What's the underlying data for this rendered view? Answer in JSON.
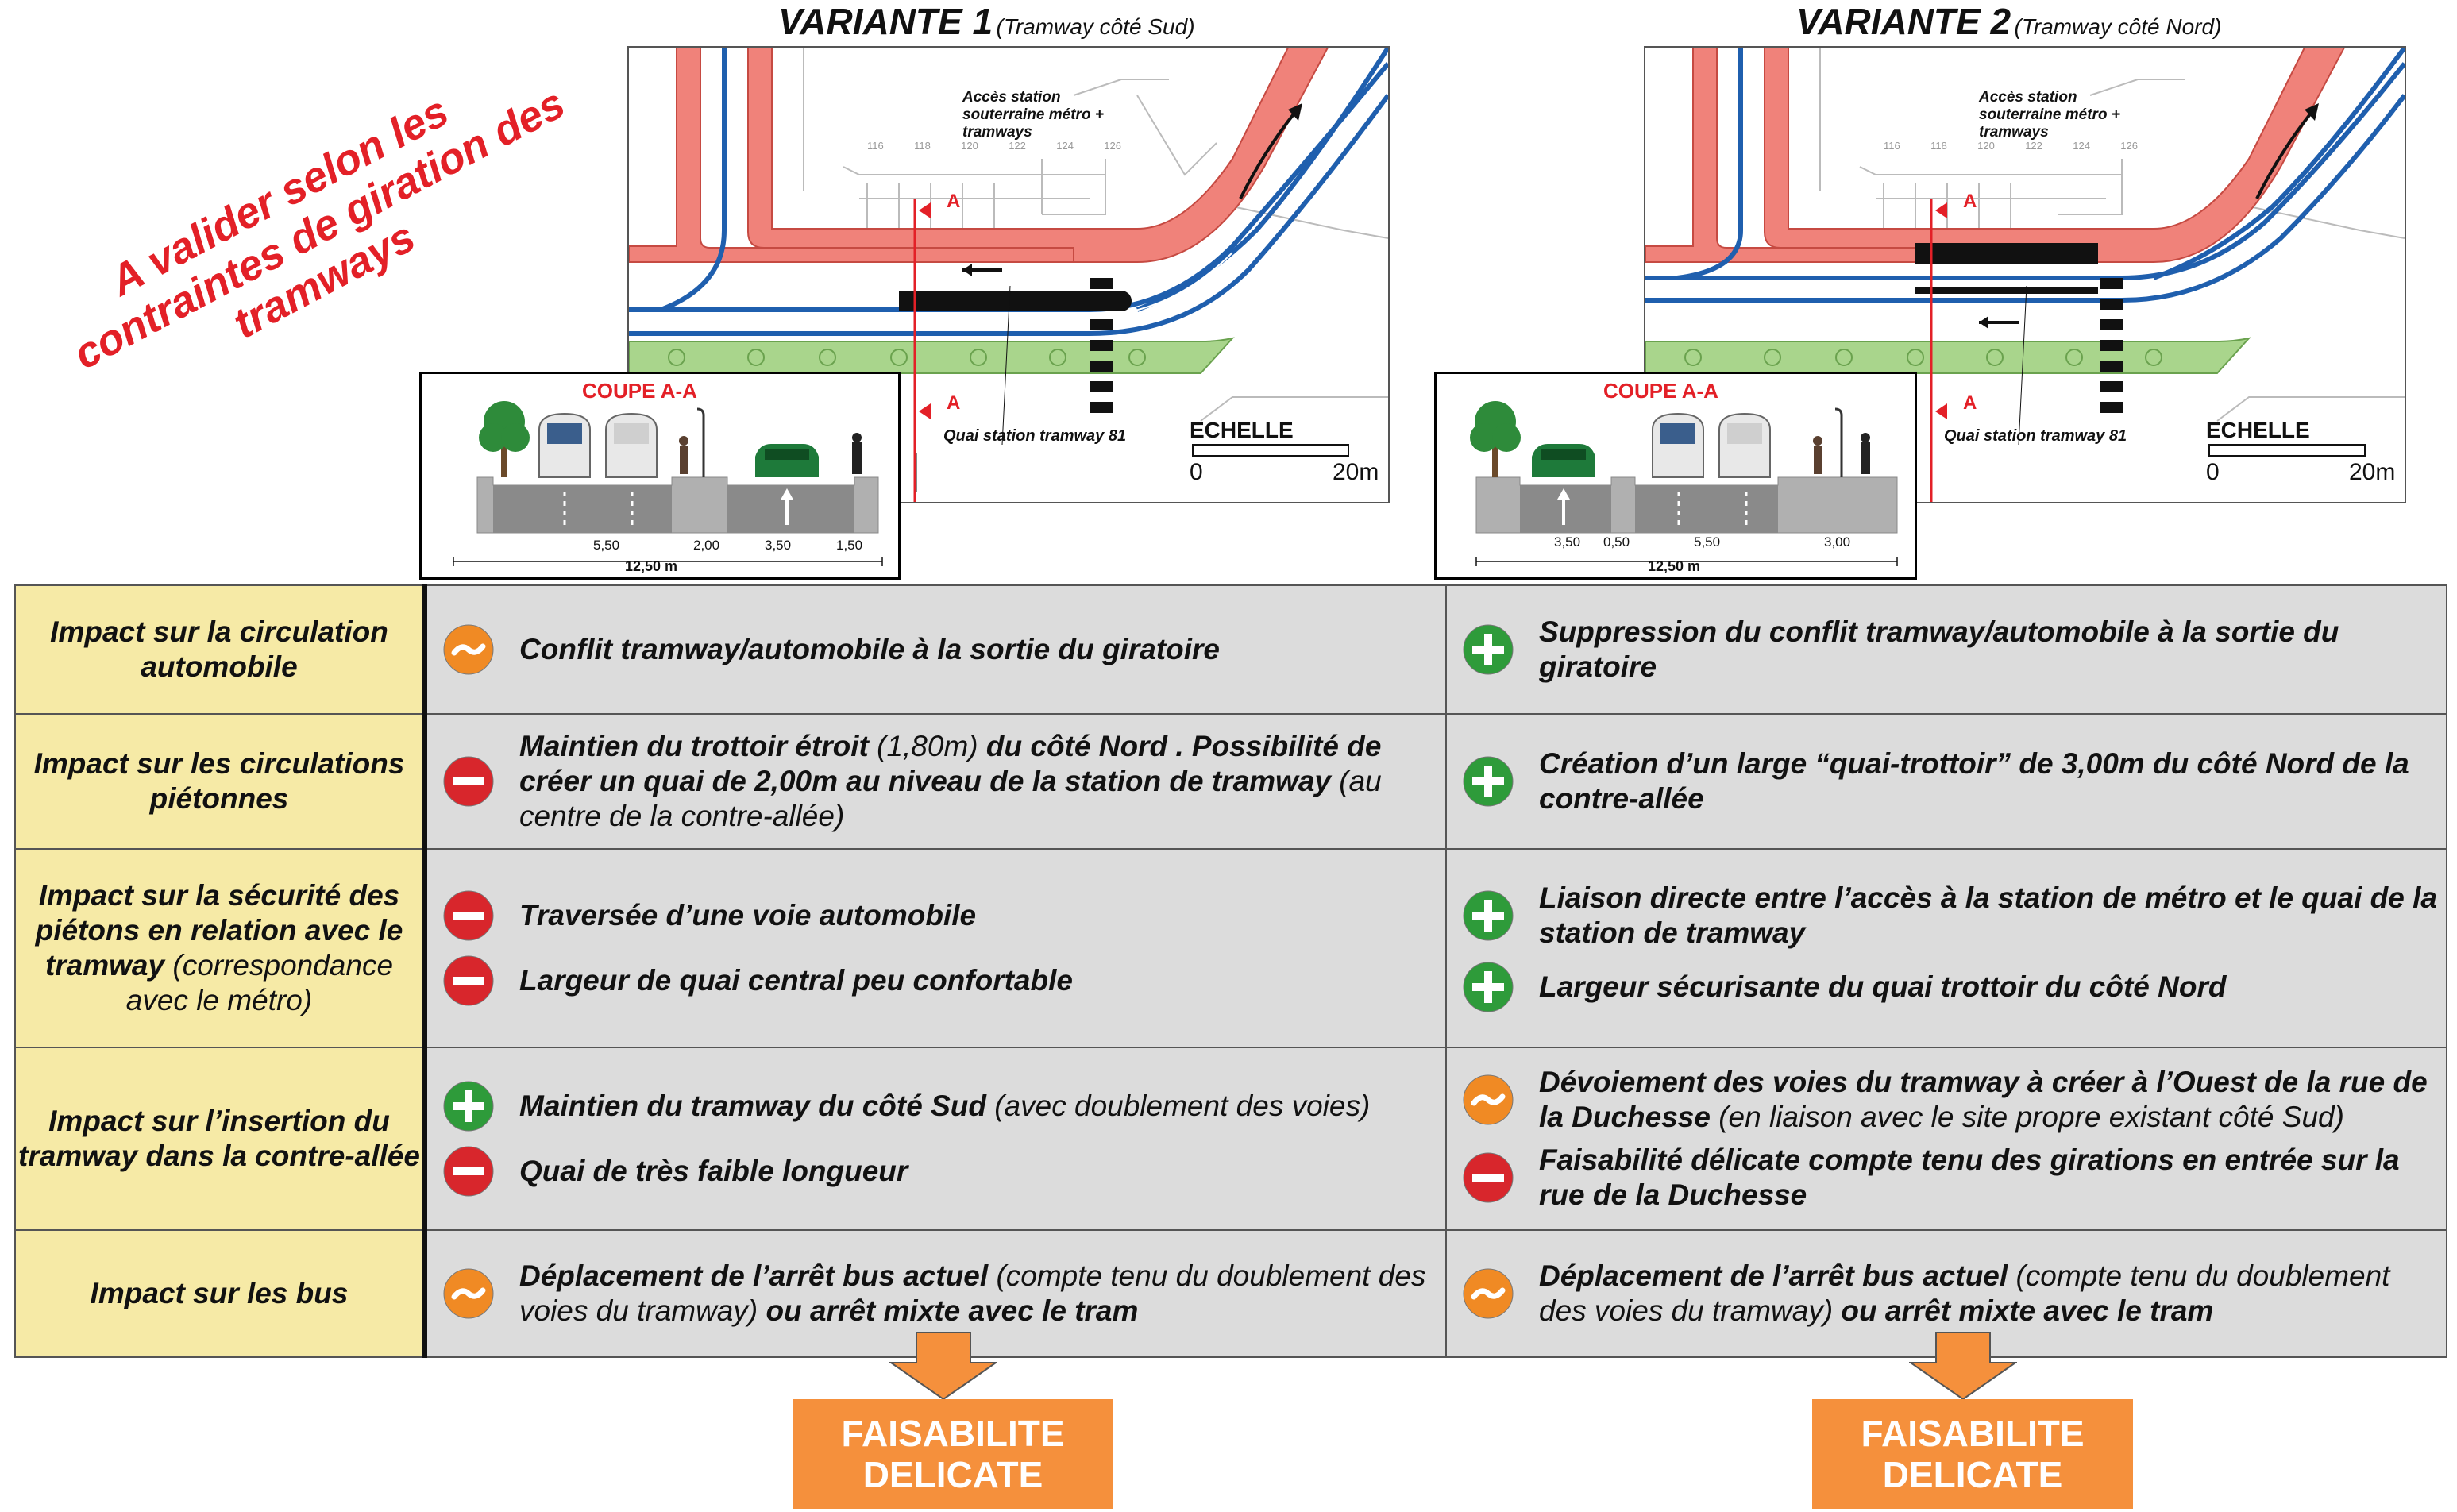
{
  "variants": [
    {
      "title": "VARIANTE 1",
      "subtitle": "(Tramway côté Sud)",
      "access_label": "Accès station souterraine métro + tramways",
      "quai_label": "Quai station tramway 81",
      "section_marker": "A",
      "scale": {
        "label": "ECHELLE",
        "min": "0",
        "max": "20m"
      },
      "coupe": {
        "title": "COUPE A-A",
        "dims": [
          "5,50",
          "2,00",
          "3,50",
          "1,50"
        ],
        "total": "12,50 m"
      },
      "plan_numbers": [
        "116",
        "118",
        "120",
        "122",
        "124",
        "126"
      ],
      "result": {
        "line1": "FAISABILITE",
        "line2": "DELICATE"
      }
    },
    {
      "title": "VARIANTE 2",
      "subtitle": "(Tramway côté Nord)",
      "access_label": "Accès station souterraine métro + tramways",
      "quai_label": "Quai station tramway 81",
      "section_marker": "A",
      "scale": {
        "label": "ECHELLE",
        "min": "0",
        "max": "20m"
      },
      "coupe": {
        "title": "COUPE A-A",
        "dims": [
          "3,50",
          "0,50",
          "5,50",
          "3,00"
        ],
        "total": "12,50 m"
      },
      "plan_numbers": [
        "116",
        "118",
        "120",
        "122",
        "124",
        "126"
      ],
      "result": {
        "line1": "FAISABILITE",
        "line2": "DELICATE"
      }
    }
  ],
  "stamp": {
    "line1": "A valider selon les",
    "line2": "contraintes de giration des",
    "line3": "tramways"
  },
  "rows": [
    {
      "criterion": [
        {
          "t": "Impact sur la circulation automobile",
          "b": true
        }
      ],
      "v1": [
        {
          "icon": "tilde",
          "segs": [
            {
              "t": "Conflit tramway/automobile à la sortie du giratoire",
              "b": true
            }
          ]
        }
      ],
      "v2": [
        {
          "icon": "plus",
          "segs": [
            {
              "t": "Suppression du conflit tramway/automobile à la sortie du giratoire",
              "b": true
            }
          ]
        }
      ]
    },
    {
      "criterion": [
        {
          "t": "Impact sur les circulations piétonnes",
          "b": true
        }
      ],
      "v1": [
        {
          "icon": "minus",
          "segs": [
            {
              "t": "Maintien du trottoir étroit ",
              "b": true
            },
            {
              "t": "(1,80m)",
              "b": false
            },
            {
              "t": " du côté Nord . Possibilité de créer un quai de 2,00m au niveau de la station de tramway ",
              "b": true
            },
            {
              "t": "(au centre de la contre-allée)",
              "b": false
            }
          ]
        }
      ],
      "v2": [
        {
          "icon": "plus",
          "segs": [
            {
              "t": "Création d’un large “quai-trottoir” de 3,00m du côté Nord de la contre-allée",
              "b": true
            }
          ]
        }
      ]
    },
    {
      "criterion": [
        {
          "t": "Impact sur la sécurité des piétons en relation avec le tramway ",
          "b": true
        },
        {
          "t": "(correspondance avec le métro)",
          "b": false
        }
      ],
      "v1": [
        {
          "icon": "minus",
          "segs": [
            {
              "t": "Traversée d’une voie automobile",
              "b": true
            }
          ]
        },
        {
          "icon": "minus",
          "segs": [
            {
              "t": "Largeur de quai central peu confortable",
              "b": true
            }
          ]
        }
      ],
      "v2": [
        {
          "icon": "plus",
          "segs": [
            {
              "t": "Liaison directe entre l’accès à la station de métro et le quai de la station de tramway",
              "b": true
            }
          ]
        },
        {
          "icon": "plus",
          "segs": [
            {
              "t": "Largeur sécurisante du quai trottoir du côté Nord",
              "b": true
            }
          ]
        }
      ]
    },
    {
      "criterion": [
        {
          "t": "Impact sur l’insertion du tramway dans la contre-allée",
          "b": true
        }
      ],
      "v1": [
        {
          "icon": "plus",
          "segs": [
            {
              "t": "Maintien du tramway du côté Sud ",
              "b": true
            },
            {
              "t": "(avec doublement des voies)",
              "b": false
            }
          ]
        },
        {
          "icon": "minus",
          "segs": [
            {
              "t": "Quai de très faible longueur",
              "b": true
            }
          ]
        }
      ],
      "v2": [
        {
          "icon": "tilde",
          "segs": [
            {
              "t": "Dévoiement des voies du tramway à créer à l’Ouest de la rue de la Duchesse ",
              "b": true
            },
            {
              "t": "(en liaison avec le site propre existant côté Sud)",
              "b": false
            }
          ]
        },
        {
          "icon": "minus",
          "segs": [
            {
              "t": "Faisabilité délicate compte tenu des girations en entrée sur la rue de la Duchesse",
              "b": true
            }
          ]
        }
      ]
    },
    {
      "criterion": [
        {
          "t": "Impact sur les bus",
          "b": true
        }
      ],
      "v1": [
        {
          "icon": "tilde",
          "segs": [
            {
              "t": "Déplacement de l’arrêt bus actuel ",
              "b": true
            },
            {
              "t": "(compte tenu du doublement des voies du tramway)",
              "b": false
            },
            {
              "t": " ou arrêt mixte avec le tram",
              "b": true
            }
          ]
        }
      ],
      "v2": [
        {
          "icon": "tilde",
          "segs": [
            {
              "t": "Déplacement de l’arrêt bus actuel ",
              "b": true
            },
            {
              "t": "(compte tenu du doublement des voies du tramway)",
              "b": false
            },
            {
              "t": " ou arrêt mixte avec le tram",
              "b": true
            }
          ]
        }
      ]
    }
  ],
  "colors": {
    "criterion_bg": "#f6eaa6",
    "cell_bg": "#dcdcdc",
    "plus": "#2e9b3a",
    "minus": "#d8262c",
    "tilde": "#f08a24",
    "result": "#f5903c",
    "stamp": "#e32027",
    "tram_line": "#1f5fae",
    "sidewalk": "#f0827a",
    "green_strip": "#a9d58c"
  }
}
